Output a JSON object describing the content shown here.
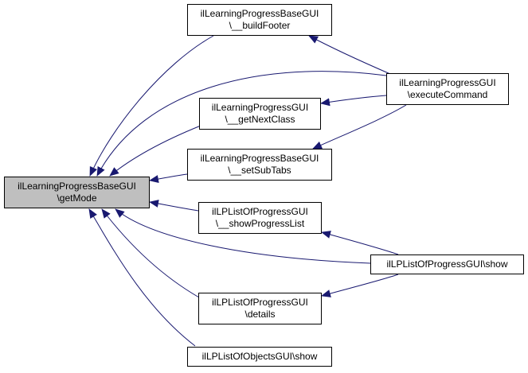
{
  "colors": {
    "edge": "#191970",
    "focus_fill": "#bfbfbf",
    "node_fill": "#ffffff",
    "border": "#000000"
  },
  "nodes": {
    "getmode": {
      "line1": "ilLearningProgressBaseGUI",
      "line2": "\\getMode"
    },
    "buildfooter": {
      "line1": "ilLearningProgressBaseGUI",
      "line2": "\\__buildFooter"
    },
    "execute": {
      "line1": "ilLearningProgressGUI",
      "line2": "\\executeCommand"
    },
    "nextclass": {
      "line1": "ilLearningProgressGUI",
      "line2": "\\__getNextClass"
    },
    "setsubtabs": {
      "line1": "ilLearningProgressBaseGUI",
      "line2": "\\__setSubTabs"
    },
    "showprogress": {
      "line1": "ilLPListOfProgressGUI",
      "line2": "\\__showProgressList"
    },
    "listshow": {
      "line1": "ilLPListOfProgressGUI\\show"
    },
    "details": {
      "line1": "ilLPListOfProgressGUI",
      "line2": "\\details"
    },
    "objshow": {
      "line1": "ilLPListOfObjectsGUI\\show"
    }
  },
  "edges": [
    {
      "from": "buildfooter",
      "to": "getmode"
    },
    {
      "from": "execute",
      "to": "getmode"
    },
    {
      "from": "nextclass",
      "to": "getmode"
    },
    {
      "from": "setsubtabs",
      "to": "getmode"
    },
    {
      "from": "showprogress",
      "to": "getmode"
    },
    {
      "from": "listshow",
      "to": "getmode"
    },
    {
      "from": "details",
      "to": "getmode"
    },
    {
      "from": "objshow",
      "to": "getmode"
    },
    {
      "from": "execute",
      "to": "buildfooter"
    },
    {
      "from": "execute",
      "to": "nextclass"
    },
    {
      "from": "execute",
      "to": "setsubtabs"
    },
    {
      "from": "listshow",
      "to": "showprogress"
    },
    {
      "from": "listshow",
      "to": "details"
    }
  ]
}
